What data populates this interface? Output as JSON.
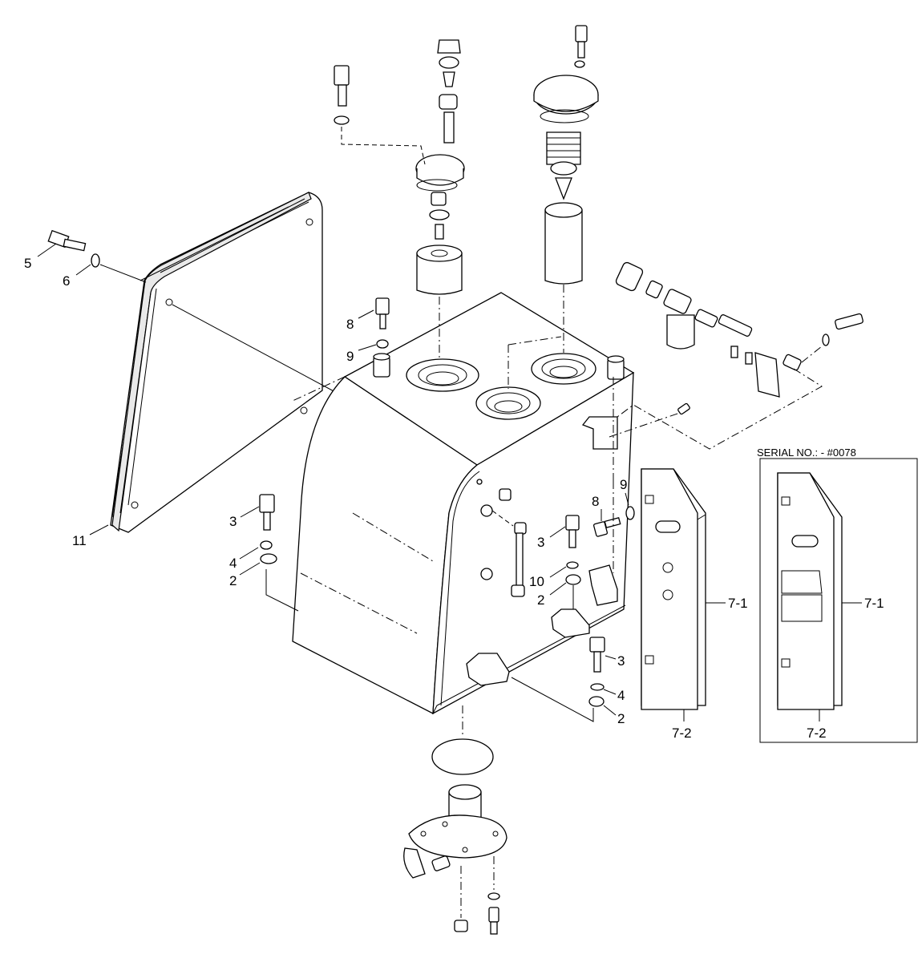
{
  "serial_box": {
    "text": "SERIAL NO.:  - #0078"
  },
  "callouts": [
    {
      "id": "5",
      "text": "5"
    },
    {
      "id": "6",
      "text": "6"
    },
    {
      "id": "11",
      "text": "11"
    },
    {
      "id": "8a",
      "text": "8"
    },
    {
      "id": "9a",
      "text": "9"
    },
    {
      "id": "3a",
      "text": "3"
    },
    {
      "id": "4a",
      "text": "4"
    },
    {
      "id": "2a",
      "text": "2"
    },
    {
      "id": "3b",
      "text": "3"
    },
    {
      "id": "10",
      "text": "10"
    },
    {
      "id": "2b",
      "text": "2"
    },
    {
      "id": "8b",
      "text": "8"
    },
    {
      "id": "9b",
      "text": "9"
    },
    {
      "id": "7-1a",
      "text": "7-1"
    },
    {
      "id": "7-2a",
      "text": "7-2"
    },
    {
      "id": "3c",
      "text": "3"
    },
    {
      "id": "4b",
      "text": "4"
    },
    {
      "id": "2c",
      "text": "2"
    },
    {
      "id": "7-1b",
      "text": "7-1"
    },
    {
      "id": "7-2b",
      "text": "7-2"
    }
  ]
}
